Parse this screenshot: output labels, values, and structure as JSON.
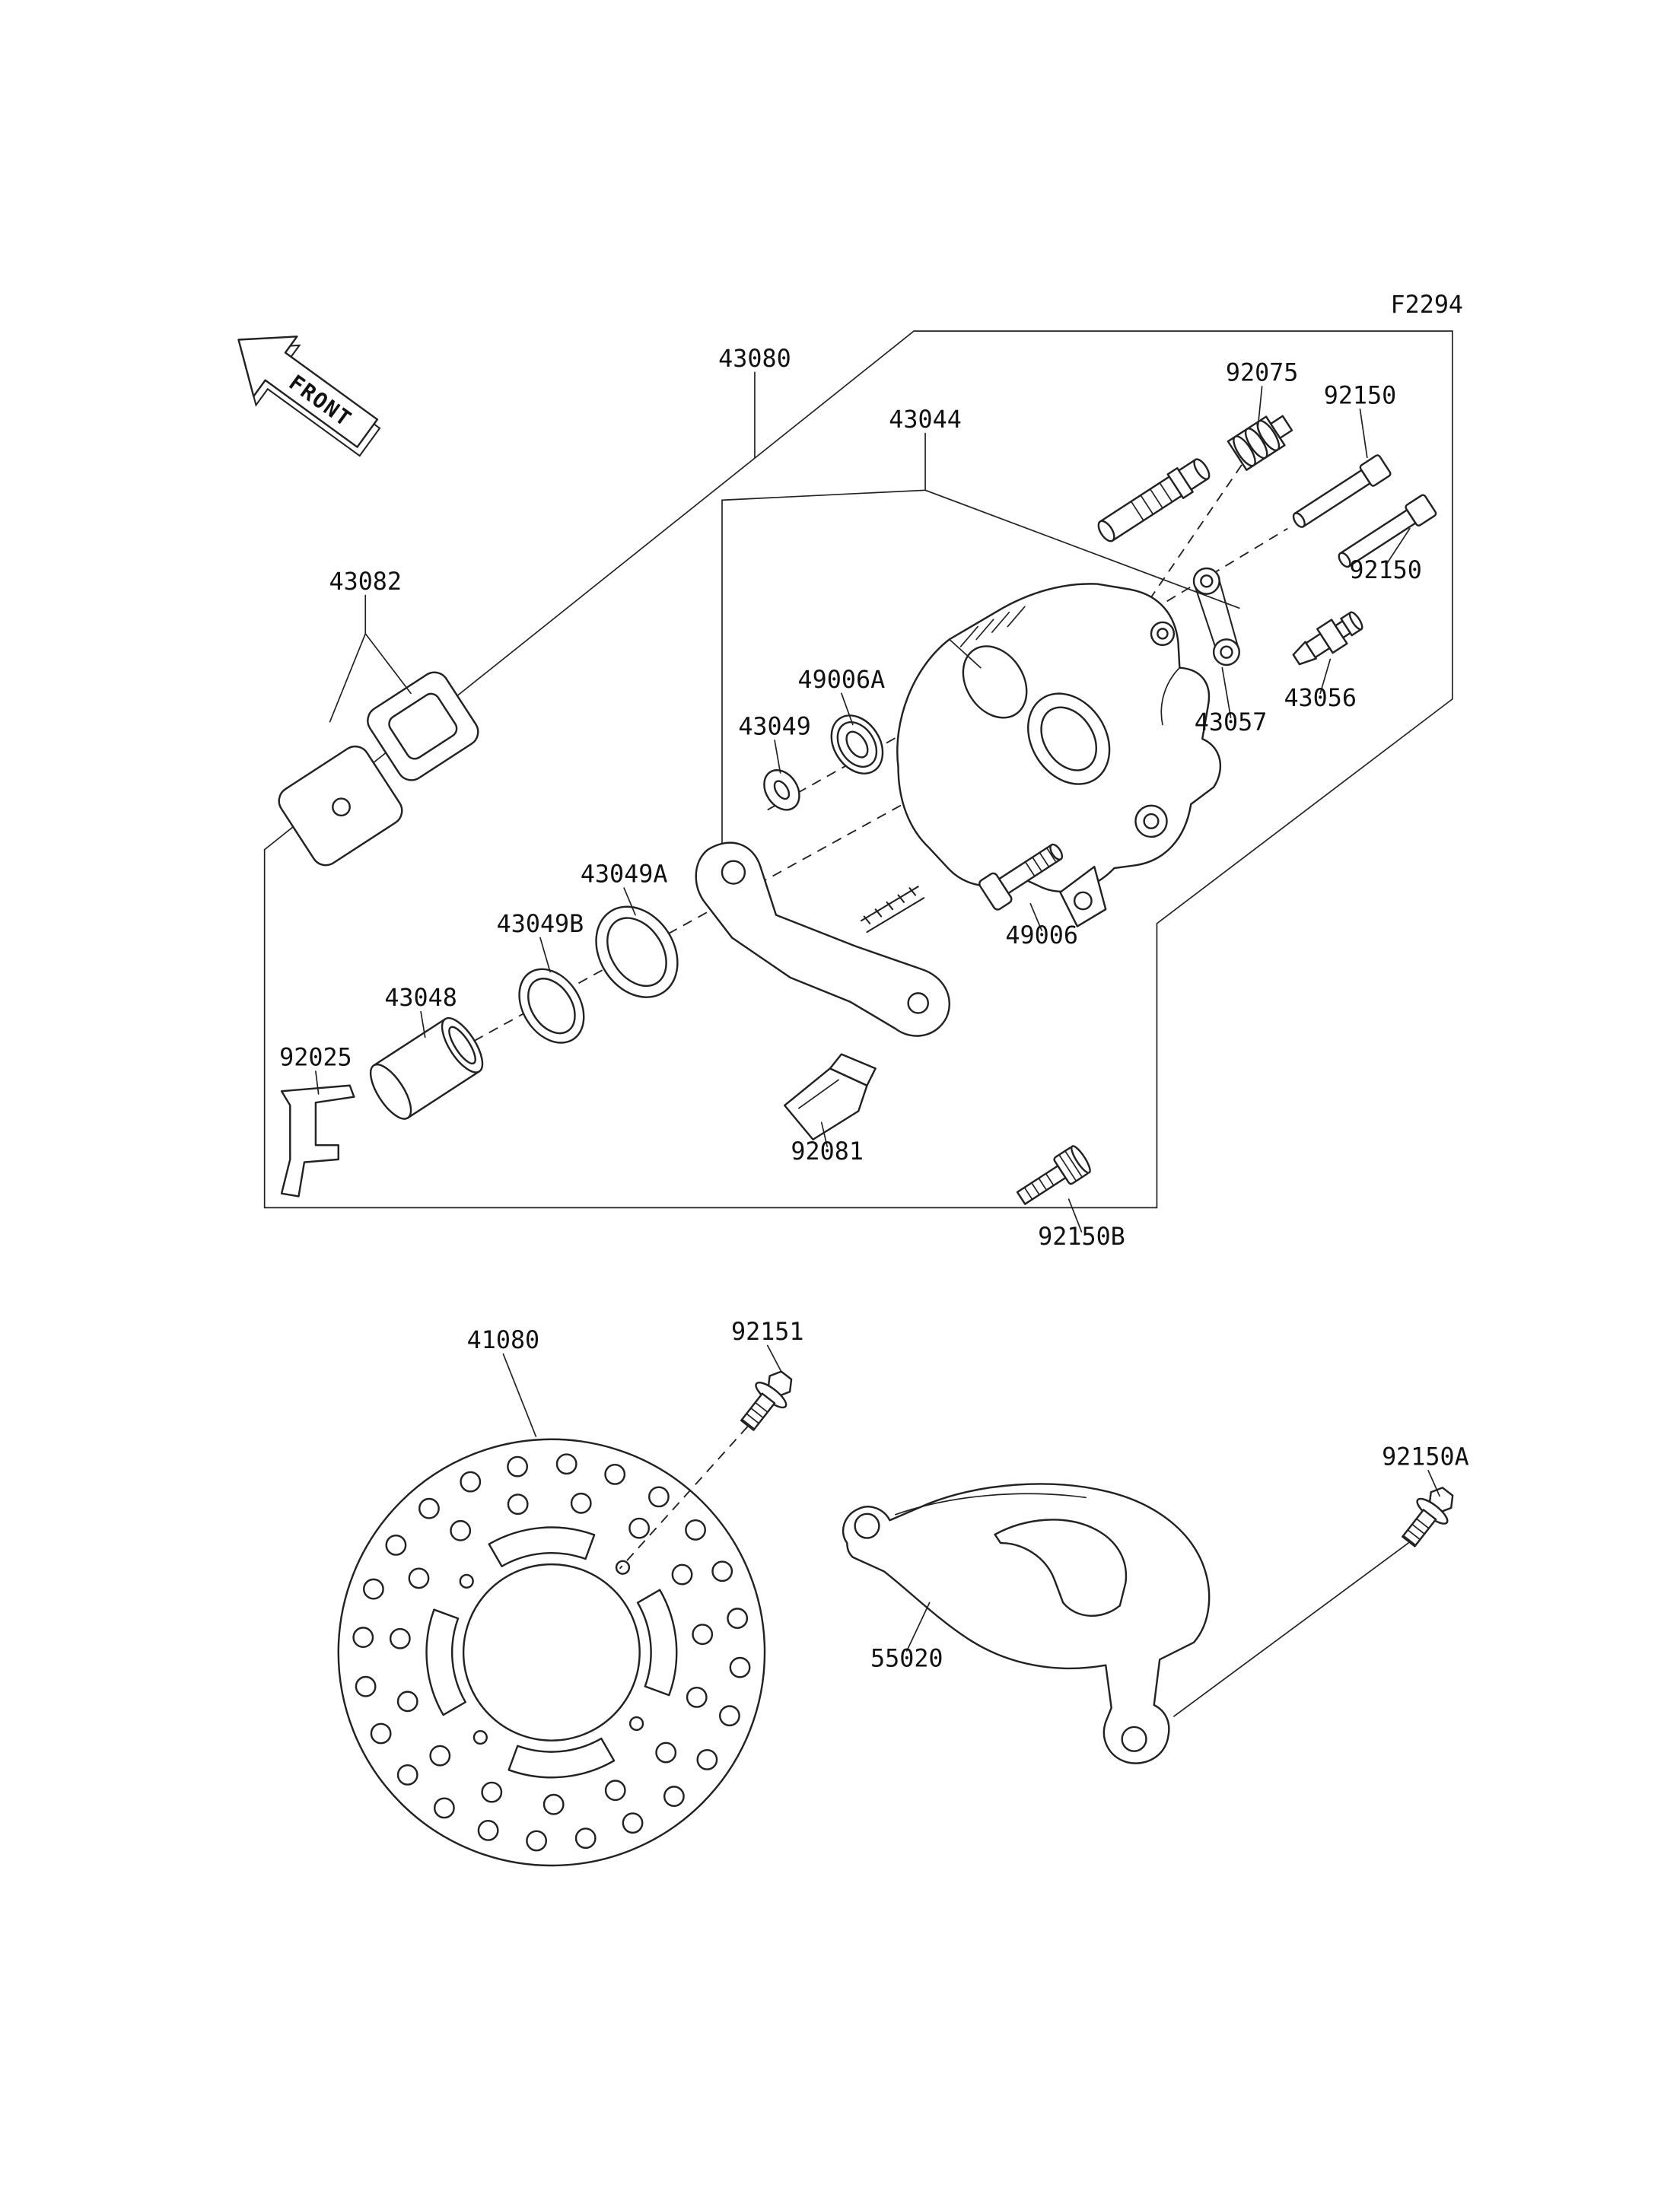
{
  "figure": {
    "code": "F2294"
  },
  "front_arrow": {
    "label": "FRONT"
  },
  "parts": {
    "43080": "43080",
    "43044": "43044",
    "92075": "92075",
    "92150": "92150",
    "43082": "43082",
    "49006A": "49006A",
    "43049": "43049",
    "43057": "43057",
    "43056": "43056",
    "43049A": "43049A",
    "43049B": "43049B",
    "43048": "43048",
    "92025": "92025",
    "49006": "49006",
    "92081": "92081",
    "92150B": "92150B",
    "41080": "41080",
    "92151": "92151",
    "92150A": "92150A",
    "55020": "55020"
  }
}
